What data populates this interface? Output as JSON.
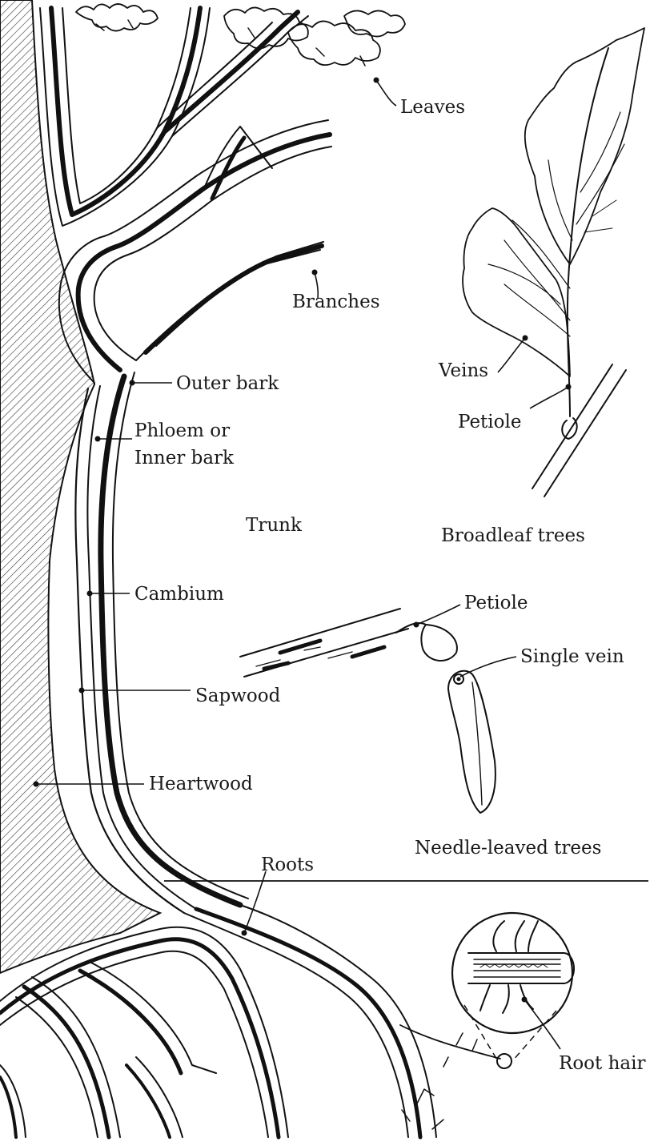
{
  "labels": {
    "leaves": "Leaves",
    "branches": "Branches",
    "outer_bark": "Outer bark",
    "phloem_line1": "Phloem or",
    "phloem_line2": "Inner bark",
    "trunk": "Trunk",
    "cambium": "Cambium",
    "sapwood": "Sapwood",
    "heartwood": "Heartwood",
    "roots": "Roots",
    "veins": "Veins",
    "petiole_broadleaf": "Petiole",
    "broadleaf_trees": "Broadleaf trees",
    "petiole_needle": "Petiole",
    "single_vein": "Single vein",
    "needle_leaved_trees": "Needle-leaved trees",
    "root_hair": "Root hair"
  },
  "colors": {
    "ink": "#111111",
    "background": "#ffffff",
    "heartwood_hatch": "#444444"
  }
}
